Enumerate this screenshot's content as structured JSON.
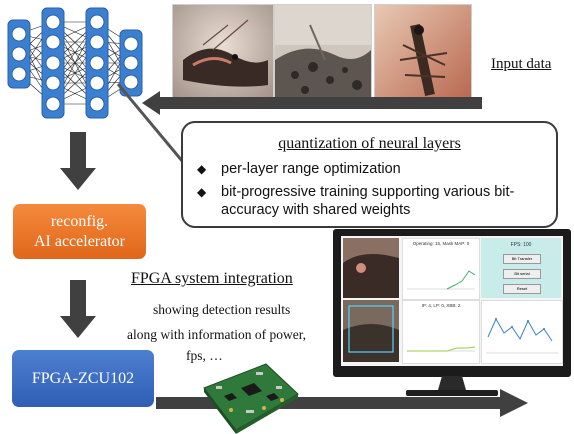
{
  "input_label": "Input data",
  "callout": {
    "title": "quantization of neural layers",
    "bullets": [
      "per-layer range optimization",
      "bit-progressive training supporting various bit-accuracy with shared weights"
    ]
  },
  "accelerator": {
    "line1": "reconfig.",
    "line2": "AI accelerator"
  },
  "integration_title": "FPGA system integration",
  "detection_text": {
    "line1": "showing detection results",
    "line2": "along with information of power,",
    "line3": "fps, …"
  },
  "board_label": "FPGA-ZCU102",
  "monitor": {
    "chart1_title": "Operating: 15, Mask MAP: 0",
    "chart2_title": "IP: 4, LP: 0, XBB: 2",
    "fps_label": "FPS: 100",
    "buttons": [
      "Bit Transfer",
      "Bit serial",
      "Reset"
    ]
  }
}
